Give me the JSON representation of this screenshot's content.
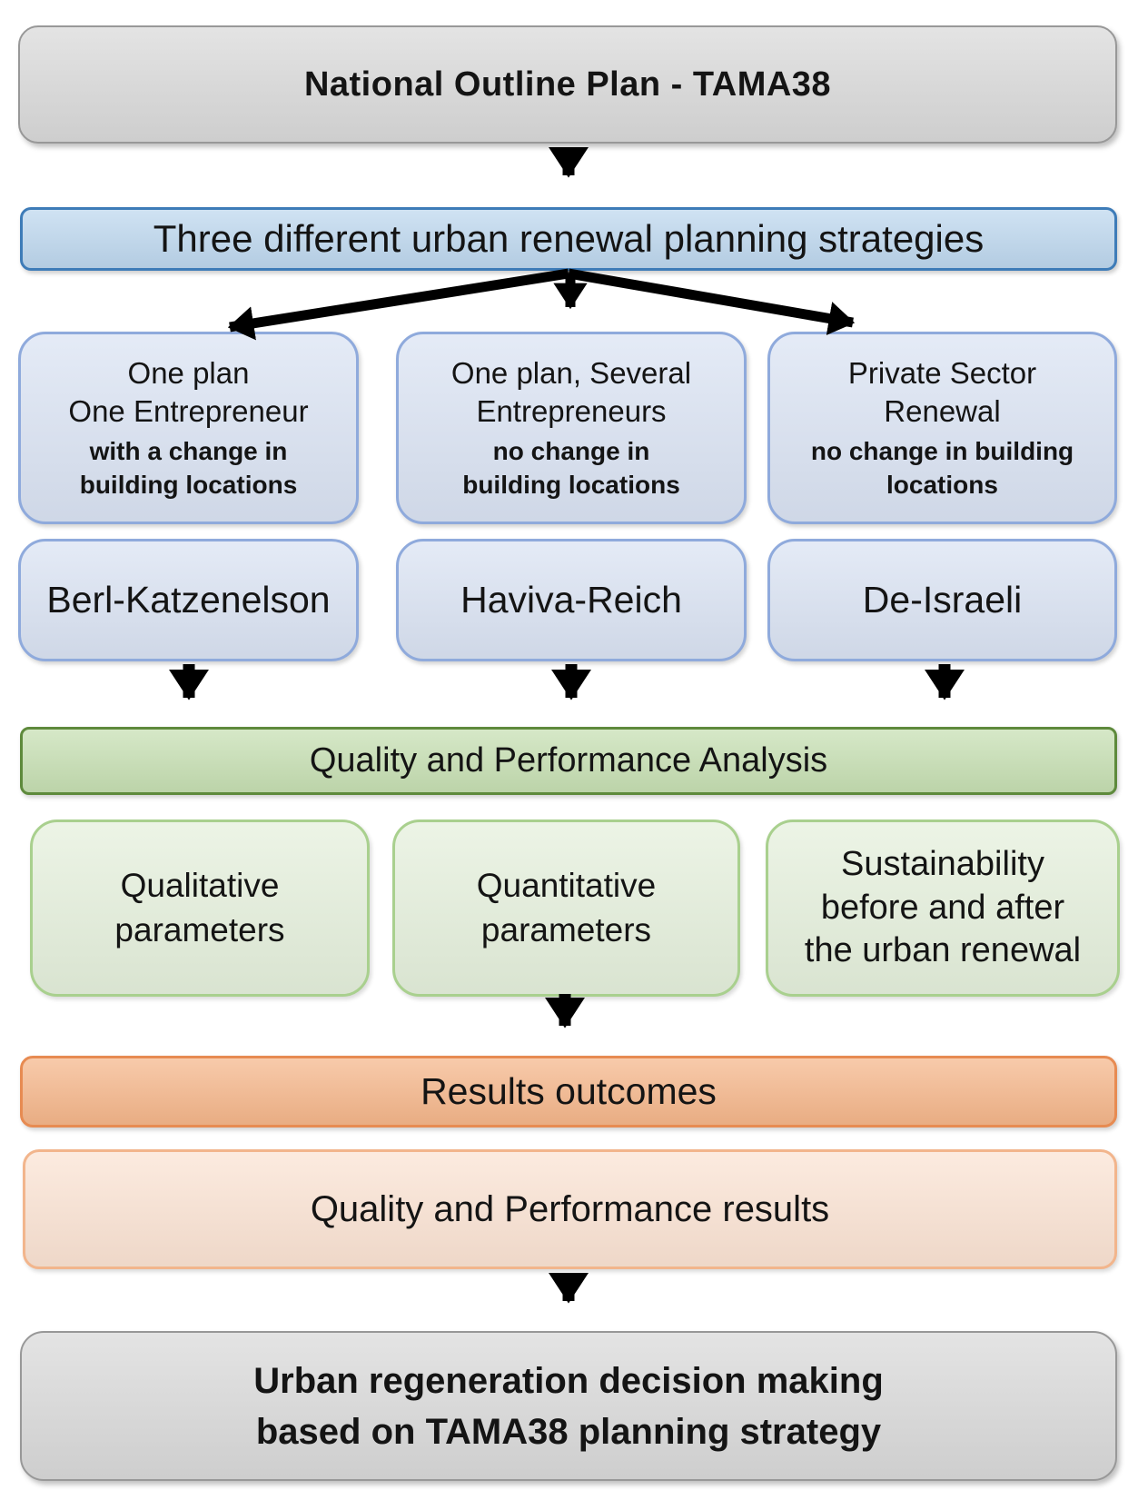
{
  "diagram": {
    "title": "National Outline Plan - TAMA38",
    "strategies_bar": "Three different urban renewal planning strategies",
    "strategy_boxes": [
      {
        "main_lines": [
          "One plan",
          "One Entrepreneur"
        ],
        "sub_lines": [
          "with a change in",
          "building locations"
        ]
      },
      {
        "main_lines": [
          "One plan, Several",
          "Entrepreneurs"
        ],
        "sub_lines": [
          "no change in",
          "building locations"
        ]
      },
      {
        "main_lines": [
          "Private Sector",
          "Renewal"
        ],
        "sub_lines": [
          "no change in building",
          "locations"
        ]
      }
    ],
    "case_boxes": [
      {
        "label": "Berl-Katzenelson"
      },
      {
        "label": "Haviva-Reich"
      },
      {
        "label": "De-Israeli"
      }
    ],
    "analysis_bar": "Quality and Performance Analysis",
    "parameter_boxes": [
      {
        "lines": [
          "Qualitative",
          "parameters"
        ]
      },
      {
        "lines": [
          "Quantitative",
          "parameters"
        ]
      },
      {
        "lines": [
          "Sustainability",
          "before and after",
          "the urban renewal"
        ]
      }
    ],
    "results_bar": "Results outcomes",
    "quality_results_bar": "Quality and Performance results",
    "decision_box_lines": [
      "Urban regeneration decision making",
      "based on TAMA38 planning strategy"
    ],
    "colors": {
      "text": "#141414",
      "arrow": "#000000",
      "gray_fill": "#D9D9D9",
      "gray_border": "#989898",
      "blue_bar_fill": "#BDD7EE",
      "blue_bar_border": "#3E7CB8",
      "lav_fill": "#DAE3F3",
      "lav_border": "#8FAADC",
      "green_bar_fill": "#C6DFB2",
      "green_bar_border": "#5E8A3C",
      "green_fill": "#E5F0DC",
      "green_border": "#A9D08E",
      "orange_bar_fill": "#F5B68A",
      "orange_bar_border": "#E78B52",
      "peach_fill": "#FBE3D3",
      "peach_border": "#F2B58C"
    }
  }
}
